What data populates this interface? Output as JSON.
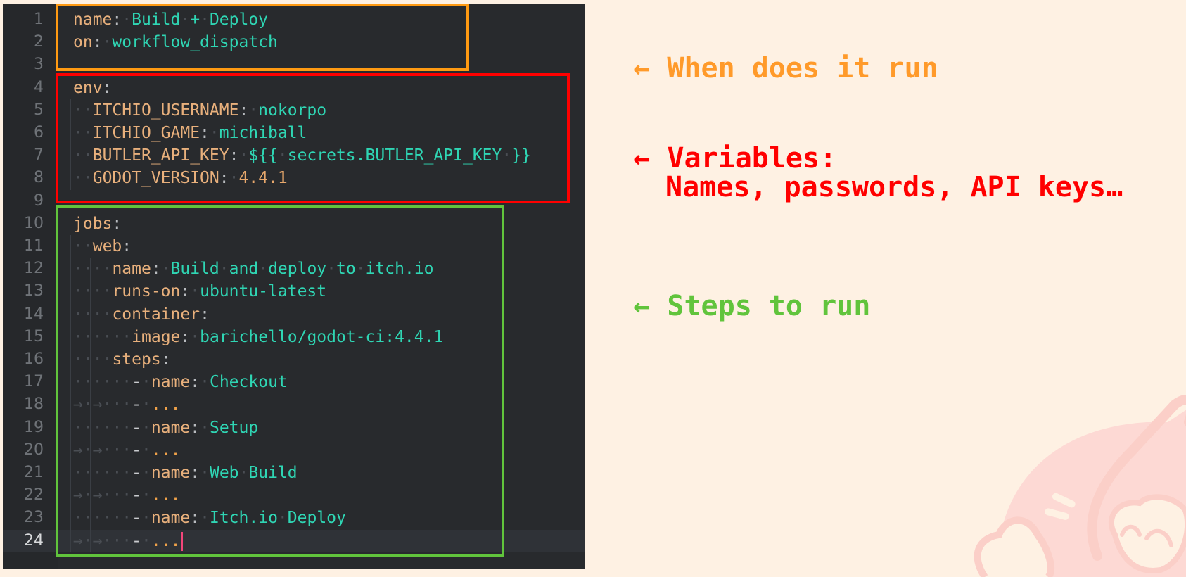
{
  "editor": {
    "language": "yaml",
    "current_line": 24,
    "lines": [
      {
        "n": "1",
        "indent": "",
        "key": "name",
        "value": "Build + Deploy",
        "vtype": "str"
      },
      {
        "n": "2",
        "indent": "",
        "key": "on",
        "value": "workflow_dispatch",
        "vtype": "str"
      },
      {
        "n": "3",
        "indent": "",
        "key": "",
        "value": "",
        "vtype": ""
      },
      {
        "n": "4",
        "indent": "",
        "key": "env",
        "value": "",
        "vtype": ""
      },
      {
        "n": "5",
        "indent": "··",
        "key": "ITCHIO_USERNAME",
        "value": "nokorpo",
        "vtype": "str"
      },
      {
        "n": "6",
        "indent": "··",
        "key": "ITCHIO_GAME",
        "value": "michiball",
        "vtype": "str"
      },
      {
        "n": "7",
        "indent": "··",
        "key": "BUTLER_API_KEY",
        "value": "${{ secrets.BUTLER_API_KEY }}",
        "vtype": "str"
      },
      {
        "n": "8",
        "indent": "··",
        "key": "GODOT_VERSION",
        "value": "4.4.1",
        "vtype": "num"
      },
      {
        "n": "9",
        "indent": "",
        "key": "",
        "value": "",
        "vtype": ""
      },
      {
        "n": "10",
        "indent": "",
        "key": "jobs",
        "value": "",
        "vtype": ""
      },
      {
        "n": "11",
        "indent": "··",
        "key": "web",
        "value": "",
        "vtype": ""
      },
      {
        "n": "12",
        "indent": "····",
        "key": "name",
        "value": "Build and deploy to itch.io",
        "vtype": "str"
      },
      {
        "n": "13",
        "indent": "····",
        "key": "runs-on",
        "value": "ubuntu-latest",
        "vtype": "str"
      },
      {
        "n": "14",
        "indent": "····",
        "key": "container",
        "value": "",
        "vtype": ""
      },
      {
        "n": "15",
        "indent": "······",
        "key": "image",
        "value": "barichello/godot-ci:4.4.1",
        "vtype": "str"
      },
      {
        "n": "16",
        "indent": "····",
        "key": "steps",
        "value": "",
        "vtype": ""
      },
      {
        "n": "17",
        "indent": "······- ",
        "key": "name",
        "value": "Checkout",
        "vtype": "str"
      },
      {
        "n": "18",
        "indent": "→ → ··- ",
        "key": "",
        "value": "...",
        "vtype": "ellipsis"
      },
      {
        "n": "19",
        "indent": "······- ",
        "key": "name",
        "value": "Setup",
        "vtype": "str"
      },
      {
        "n": "20",
        "indent": "→ → ··- ",
        "key": "",
        "value": "...",
        "vtype": "ellipsis"
      },
      {
        "n": "21",
        "indent": "······- ",
        "key": "name",
        "value": "Web Build",
        "vtype": "str"
      },
      {
        "n": "22",
        "indent": "→ → ··- ",
        "key": "",
        "value": "...",
        "vtype": "ellipsis"
      },
      {
        "n": "23",
        "indent": "······- ",
        "key": "name",
        "value": "Itch.io Deploy",
        "vtype": "str"
      },
      {
        "n": "24",
        "indent": "→ → ··- ",
        "key": "",
        "value": "...",
        "vtype": "ellipsis"
      }
    ]
  },
  "annotations": {
    "trigger": {
      "arrow": "←",
      "label": "When does it run",
      "color": "#ff9a2a"
    },
    "variables": {
      "arrow": "←",
      "label": "Variables:",
      "detail": "Names, passwords, API keys…",
      "color": "#ff0000"
    },
    "steps": {
      "arrow": "←",
      "label": "Steps to run",
      "color": "#61c43c"
    }
  },
  "highlight_boxes": {
    "trigger_color": "#ff9a12",
    "variables_color": "#ff0000",
    "steps_color": "#61c43c"
  },
  "decoration": {
    "mascot": "mascot-watermark"
  }
}
